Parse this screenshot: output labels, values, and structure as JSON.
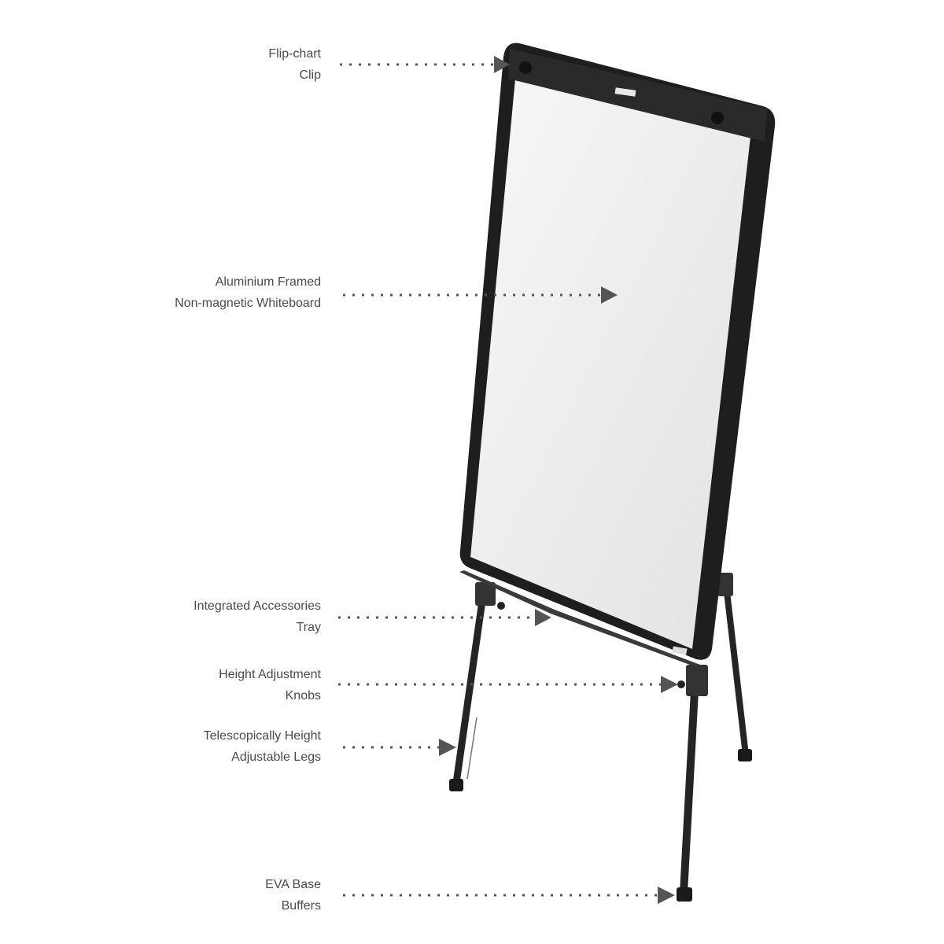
{
  "colors": {
    "frame": "#1e1e1e",
    "board": "#f2f2f2",
    "leg": "#242424",
    "pointer": "#555555",
    "text": "#4a4a4a"
  },
  "callouts": [
    {
      "line1": "Flip-chart",
      "line2": "Clip"
    },
    {
      "line1": "Aluminium Framed",
      "line2": "Non-magnetic Whiteboard"
    },
    {
      "line1": "Integrated Accessories",
      "line2": "Tray"
    },
    {
      "line1": "Height Adjustment",
      "line2": "Knobs"
    },
    {
      "line1": "Telescopically Height",
      "line2": "Adjustable Legs"
    },
    {
      "line1": "EVA Base",
      "line2": "Buffers"
    }
  ]
}
